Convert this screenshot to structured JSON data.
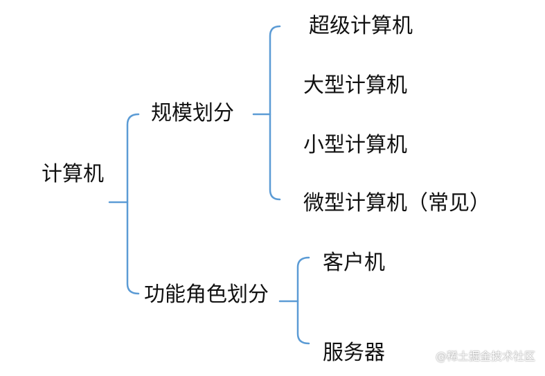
{
  "root": {
    "label": "计算机",
    "branches": [
      {
        "label": "规模划分",
        "children": [
          "超级计算机",
          "大型计算机",
          "小型计算机",
          "微型计算机（常见）"
        ]
      },
      {
        "label": "功能角色划分",
        "children": [
          "客户机",
          "服务器"
        ]
      }
    ]
  },
  "watermark": "@稀土掘金技术社区",
  "colors": {
    "bracket": "#5b9bd5",
    "text": "#111111",
    "background": "#ffffff"
  }
}
